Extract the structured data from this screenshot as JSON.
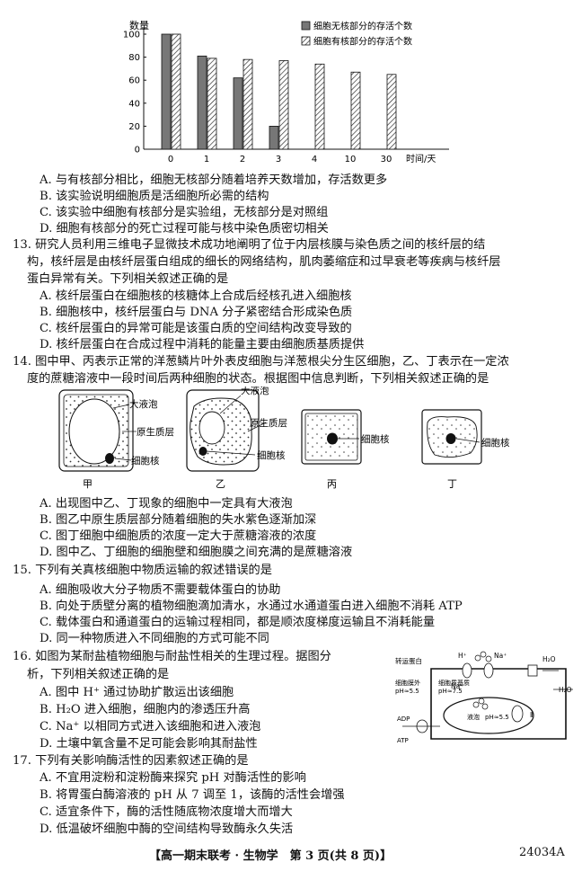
{
  "chart_data": {
    "type": "bar",
    "ylabel": "数量",
    "xlabel": "时间/天",
    "ylim": [
      0,
      100
    ],
    "yticks": [
      0,
      20,
      40,
      60,
      80,
      100
    ],
    "categories": [
      "0",
      "1",
      "2",
      "3",
      "4",
      "10",
      "30"
    ],
    "series": [
      {
        "name": "细胞无核部分的存活个数",
        "values": [
          100,
          81,
          62,
          20,
          null,
          null,
          null
        ]
      },
      {
        "name": "细胞有核部分的存活个数",
        "values": [
          100,
          79,
          78,
          77,
          74,
          67,
          65
        ]
      }
    ],
    "legend_position": "top-right",
    "grid": false
  },
  "q12_options": [
    "A. 与有核部分相比，细胞无核部分随着培养天数增加，存活数更多",
    "B. 该实验说明细胞质是活细胞所必需的结构",
    "C. 该实验中细胞有核部分是实验组，无核部分是对照组",
    "D. 细胞有核部分的死亡过程可能与核中染色质密切相关"
  ],
  "q13": {
    "stem": [
      "13. 研究人员利用三维电子显微技术成功地阐明了位于内层核膜与染色质之间的核纤层的结",
      "构，核纤层是由核纤层蛋白组成的细长的网络结构，肌肉萎缩症和过早衰老等疾病与核纤层",
      "蛋白异常有关。下列相关叙述正确的是"
    ],
    "options": [
      "A. 核纤层蛋白在细胞核的核糖体上合成后经核孔进入细胞核",
      "B. 细胞核中，核纤层蛋白与 DNA 分子紧密结合形成染色质",
      "C. 核纤层蛋白的异常可能是该蛋白质的空间结构改变导致的",
      "D. 核纤层蛋白在合成过程中消耗的能量主要由细胞质基质提供"
    ]
  },
  "q14": {
    "stem": [
      "14. 图中甲、丙表示正常的洋葱鳞片叶外表皮细胞与洋葱根尖分生区细胞，乙、丁表示在一定浓",
      "度的蔗糖溶液中一段时间后两种细胞的状态。根据图中信息判断，下列相关叙述正确的是"
    ],
    "figure_labels": {
      "jia_vacuole": "大液泡",
      "jia_protoplast": "原生质层",
      "jia_nucleus": "细胞核",
      "yi_vacuole": "大液泡",
      "yi_protoplast": "原生质层",
      "yi_nucleus": "细胞核",
      "bing_nucleus": "细胞核",
      "ding_nucleus": "细胞核",
      "jia": "甲",
      "yi": "乙",
      "bing": "丙",
      "ding": "丁"
    },
    "options": [
      "A. 出现图中乙、丁现象的细胞中一定具有大液泡",
      "B. 图乙中原生质层部分随着细胞的失水紫色逐渐加深",
      "C. 图丁细胞中细胞质的浓度一定大于蔗糖溶液的浓度",
      "D. 图中乙、丁细胞的细胞壁和细胞膜之间充满的是蔗糖溶液"
    ]
  },
  "q15": {
    "stem": "15. 下列有关真核细胞中物质运输的叙述错误的是",
    "options": [
      "A. 细胞吸收大分子物质不需要载体蛋白的协助",
      "B. 向处于质壁分离的植物细胞滴加清水，水通过水通道蛋白进入细胞不消耗 ATP",
      "C. 载体蛋白和通道蛋白的运输过程相同，都是顺浓度梯度运输且不消耗能量",
      "D. 同一种物质进入不同细胞的方式可能不同"
    ]
  },
  "q16": {
    "stem": [
      "16. 如图为某耐盐植物细胞与耐盐性相关的生理过程。据图分",
      "析，下列相关叙述正确的是"
    ],
    "options": [
      "A. 图中 H⁺ 通过协助扩散运出该细胞",
      "B. H₂O 进入细胞，细胞内的渗透压升高",
      "C. Na⁺ 以相同方式进入该细胞和进入液泡",
      "D. 土壤中氧含量不足可能会影响其耐盐性"
    ],
    "figure_labels": {
      "carrier": "转运蛋白",
      "h": "H⁺",
      "na": "Na⁺",
      "na2": "Na⁺",
      "h2o_top": "H₂O",
      "h2o_right": "H₂O",
      "cyto": "细胞质基质",
      "cyto_ph": "pH≈7.5",
      "outside": "细胞膜外",
      "outside_ph": "pH≈5.5",
      "vac": "液泡",
      "vac_ph": "pH≈5.5",
      "adp": "ADP",
      "atp": "ATP",
      "roman": "Ⅱ"
    }
  },
  "q17": {
    "stem": "17. 下列有关影响酶活性的因素叙述正确的是",
    "options": [
      "A. 不宜用淀粉和淀粉酶来探究 pH 对酶活性的影响",
      "B. 将胃蛋白酶溶液的 pH 从 7 调至 1，该酶的活性会增强",
      "C. 适宜条件下，酶的活性随底物浓度增大而增大",
      "D. 低温破坏细胞中酶的空间结构导致酶永久失活"
    ]
  },
  "footer": {
    "text": "【高一期末联考 · 生物学　第 3 页(共 8 页)】",
    "code": "24034A"
  }
}
